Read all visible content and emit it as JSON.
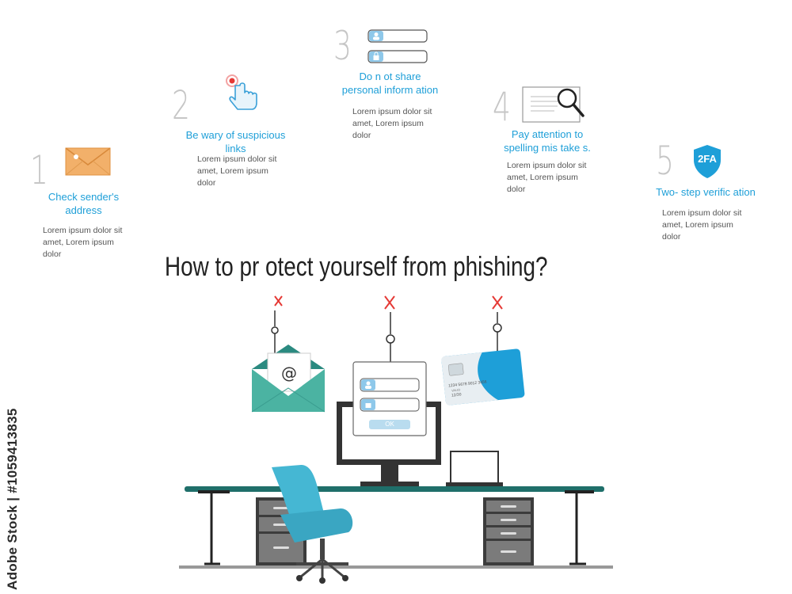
{
  "steps": [
    {
      "number": "1",
      "title": "Check sender's address",
      "text": "Lorem ipsum dolor sit amet, Lorem ipsum dolor",
      "icon": "envelope-icon"
    },
    {
      "number": "2",
      "title": "Be wary of suspicious links",
      "text": "Lorem ipsum dolor sit amet, Lorem ipsum dolor",
      "icon": "pointing-hand-click-icon"
    },
    {
      "number": "3",
      "title": "Do n ot share personal inform ation",
      "text": "Lorem ipsum dolor sit amet, Lorem ipsum dolor",
      "icon": "login-fields-icon"
    },
    {
      "number": "4",
      "title": "Pay attention to spelling mis take s.",
      "text": "Lorem ipsum dolor sit amet, Lorem ipsum dolor",
      "icon": "magnifier-document-icon"
    },
    {
      "number": "5",
      "title": "Two- step verific ation",
      "text": "Lorem ipsum dolor sit amet, Lorem ipsum dolor",
      "icon": "shield-2fa-icon",
      "badge": "2FA"
    }
  ],
  "heading": "How to pr otect yourself from phishing?",
  "login_form": {
    "button_label": "OK"
  },
  "card": {
    "number": "1234 5678 9012 3456",
    "valid_label": "VALID",
    "expiry": "12/30"
  },
  "credit": "Adobe Stock | #1059413835",
  "colors": {
    "accent": "#1e9fd8",
    "teal": "#3aa89a",
    "desk": "#1f6f6a",
    "chair": "#45b7d3",
    "cross": "#e53935"
  }
}
